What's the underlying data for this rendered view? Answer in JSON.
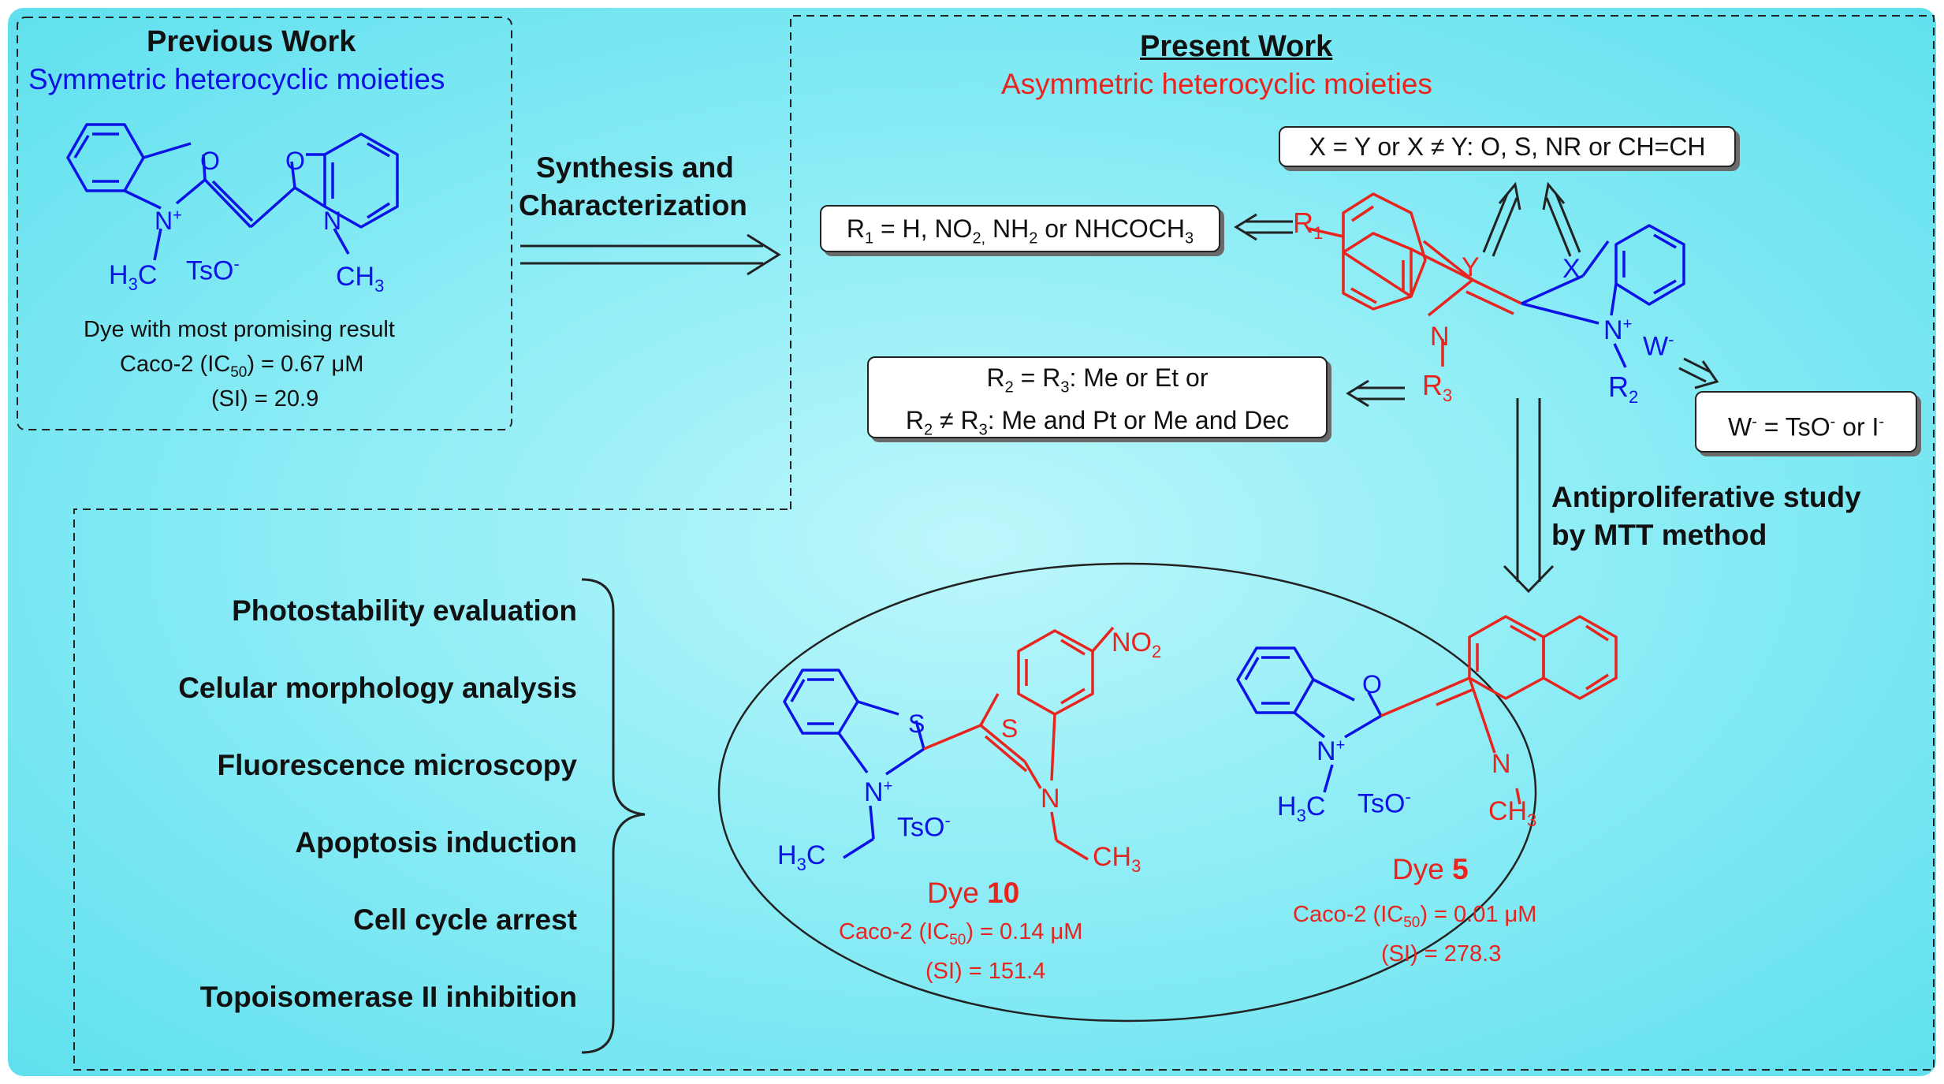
{
  "previous_work": {
    "title": "Previous Work",
    "subtitle": "Symmetric heterocyclic moieties",
    "dye_note": "Dye with most promising result",
    "ic50_prefix": "Caco-2 (IC",
    "ic50_sub": "50",
    "ic50_suffix": ") = 0.67 μM",
    "si": "(SI) = 20.9"
  },
  "arrow_label": {
    "line1": "Synthesis and",
    "line2": "Characterization"
  },
  "present_work": {
    "title": "Present Work",
    "subtitle": "Asymmetric heterocyclic moieties"
  },
  "boxes": {
    "xy": "X = Y or X ≠ Y: O, S, NR or CH=CH",
    "r1": {
      "p1": "R",
      "s1": "1",
      "p2": " = H, NO",
      "s2": "2,",
      "p3": " NH",
      "s3": "2",
      "p4": " or NHCOCH",
      "s4": "3"
    },
    "r2r3": {
      "line1": {
        "a": "R",
        "s1": "2",
        "b": " = R",
        "s2": "3",
        "c": ": Me or Et or"
      },
      "line2": {
        "a": "R",
        "s1": "2",
        "b": " ≠ R",
        "s2": "3",
        "c": ": Me and Pt or Me and Dec"
      }
    },
    "w": {
      "a": "W",
      "sup1": "-",
      "b": " = TsO",
      "sup2": "-",
      "c": " or I",
      "sup3": "-"
    }
  },
  "antiproliferative": {
    "line1": "Antiproliferative study",
    "line2": "by MTT method"
  },
  "studies": [
    "Photostability evaluation",
    "Celular morphology analysis",
    "Fluorescence microscopy",
    "Apoptosis induction",
    "Cell cycle arrest",
    "Topoisomerase II inhibition"
  ],
  "dye10": {
    "label_prefix": "Dye ",
    "label_num": "10",
    "ic50_prefix": "Caco-2 (IC",
    "ic50_sub": "50",
    "ic50_suffix": ") = 0.14 μM",
    "si": "(SI) = 151.4"
  },
  "dye5": {
    "label_prefix": "Dye ",
    "label_num": "5",
    "ic50_prefix": "Caco-2 (IC",
    "ic50_sub": "50",
    "ic50_suffix": ") = 0.01 μM",
    "si": "(SI) = 278.3"
  },
  "atoms": {
    "O": "O",
    "S": "S",
    "N": "N",
    "X": "X",
    "Y": "Y",
    "plus": "+",
    "minus": "-",
    "H3C": "H",
    "three": "3",
    "C": "C",
    "CH3": "CH",
    "TsO": "TsO",
    "W": "W",
    "R": "R",
    "r1": "1",
    "r2": "2",
    "r3": "3",
    "NO2": "NO",
    "two": "2"
  },
  "colors": {
    "blue": "#0b12e6",
    "red": "#e8241f",
    "background": "#8fedf6"
  }
}
